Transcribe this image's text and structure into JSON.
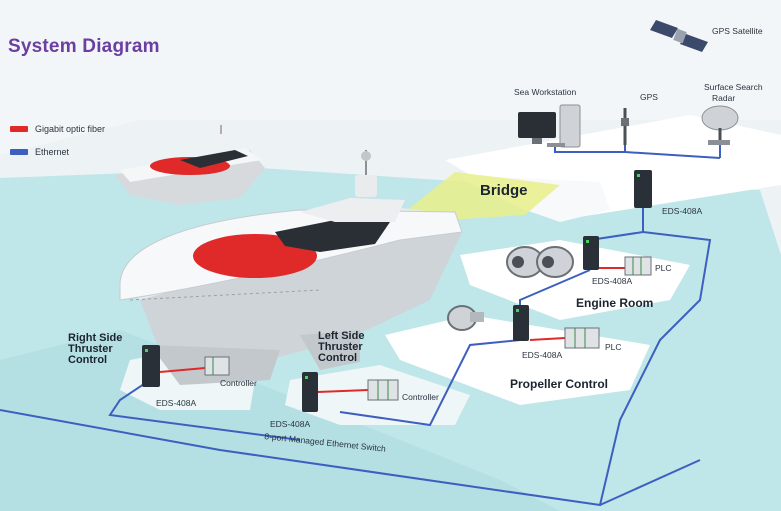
{
  "title": "System Diagram",
  "legend": [
    {
      "label": "Gigabit optic fiber",
      "color": "#e02a2a"
    },
    {
      "label": "Ethernet",
      "color": "#3d5fbf"
    }
  ],
  "colors": {
    "title": "#6a3fa0",
    "fiber": "#e02a2a",
    "ethernet": "#3d5fbf",
    "water": "#bfe6e9",
    "deck": "#ffffff",
    "hull": "#d9dde0"
  },
  "devices": {
    "gps_satellite": "GPS Satellite",
    "sea_workstation": "Sea Workstation",
    "gps": "GPS",
    "radar_line1": "Surface Search",
    "radar_line2": "Radar"
  },
  "zones": {
    "bridge": "Bridge",
    "engine_room": "Engine Room",
    "propeller_control": "Propeller Control",
    "left_thruster": "Left Side Thruster Control",
    "right_thruster": "Right Side Thruster Control"
  },
  "switches": {
    "bridge": "EDS-408A",
    "engine": "EDS-408A",
    "propeller": "EDS-408A",
    "right": "EDS-408A",
    "left": "EDS-408A"
  },
  "controllers": {
    "engine_plc": "PLC",
    "propeller_plc": "PLC",
    "right_controller": "Controller",
    "left_controller": "Controller"
  },
  "switch_description": "8-port Managed Ethernet Switch"
}
